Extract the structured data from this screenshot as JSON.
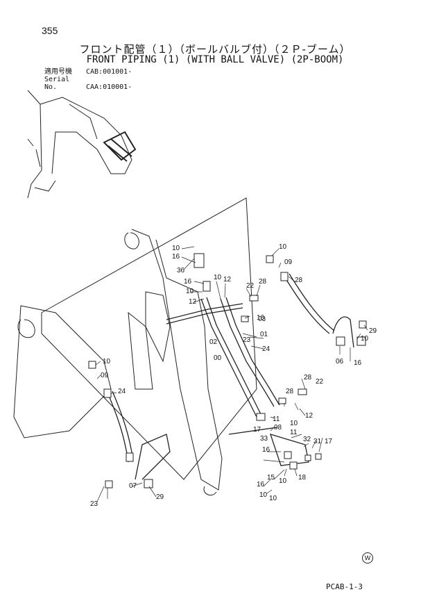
{
  "page_number": "355",
  "title_jp": "フロント配管（１）（ボールバルブ付）（２Ｐ-ブーム）",
  "title_en": "FRONT PIPING (1) (WITH BALL VALVE) (2P-BOOM)",
  "serial": {
    "label_jp": "適用号機",
    "value_1": "CAB:001001-",
    "label_en": "Serial No.",
    "value_2": "CAA:010001-"
  },
  "footer_code": "PCAB-1-3",
  "watermark_symbol": "W",
  "callouts": [
    "10",
    "16",
    "36",
    "16",
    "10",
    "12",
    "10",
    "12",
    "22",
    "28",
    "16",
    "10",
    "09",
    "28",
    "03",
    "02",
    "01",
    "00",
    "24",
    "23",
    "29",
    "10",
    "06",
    "16",
    "10",
    "09",
    "24",
    "28",
    "22",
    "28",
    "12",
    "11",
    "10",
    "17",
    "08",
    "11",
    "33",
    "32",
    "31",
    "17",
    "16",
    "15",
    "10",
    "18",
    "16",
    "10",
    "10",
    "07",
    "29",
    "23"
  ]
}
